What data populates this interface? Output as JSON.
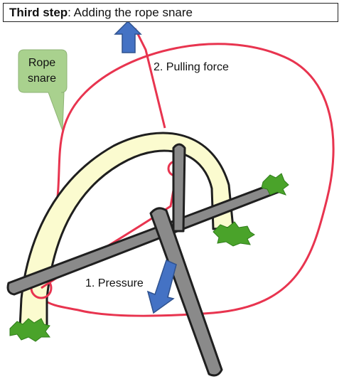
{
  "title": {
    "bold": "Third step",
    "rest": ": Adding the rope snare"
  },
  "callout_label": "Rope\nsnare",
  "labels": {
    "pulling_force": "2. Pulling force",
    "pressure": "1. Pressure"
  },
  "colors": {
    "rope": "#e8344f",
    "bent_stick_fill": "#fbfbcf",
    "stick_fill": "#8a8a8a",
    "outline": "#1f1f1f",
    "arrow": "#4472c4",
    "callout_fill": "#a9d18e",
    "grass": "#4aa32a"
  }
}
